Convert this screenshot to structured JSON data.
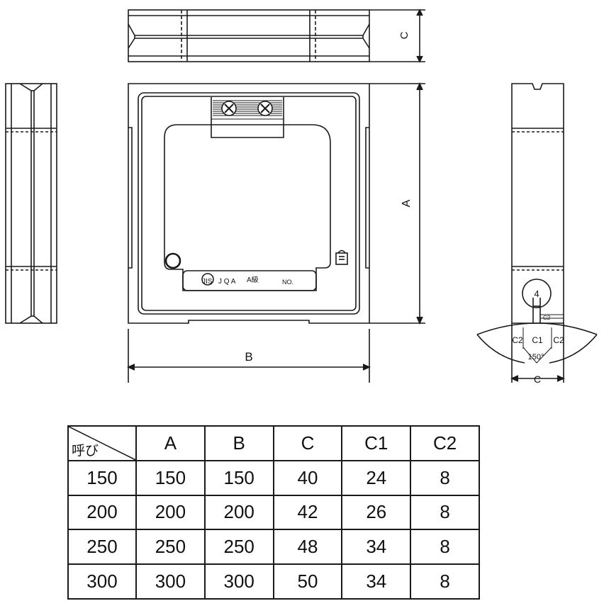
{
  "drawing": {
    "dimension_labels": {
      "a": "A",
      "b": "B",
      "c": "C",
      "c_bottom": "C",
      "c1": "C1",
      "c2": "C2"
    },
    "plate_text": {
      "jis": "JIS",
      "jqa": "J Q A",
      "grade": "A級",
      "no": "NO."
    },
    "callouts": {
      "hole": "4",
      "angle": "150°",
      "small": "C2"
    }
  },
  "table": {
    "corner_label": "呼び",
    "headers": [
      "A",
      "B",
      "C",
      "C1",
      "C2"
    ],
    "rows": [
      {
        "size": "150",
        "cells": [
          "150",
          "150",
          "40",
          "24",
          "8"
        ]
      },
      {
        "size": "200",
        "cells": [
          "200",
          "200",
          "42",
          "26",
          "8"
        ]
      },
      {
        "size": "250",
        "cells": [
          "250",
          "250",
          "48",
          "34",
          "8"
        ]
      },
      {
        "size": "300",
        "cells": [
          "300",
          "300",
          "50",
          "34",
          "8"
        ]
      }
    ]
  }
}
